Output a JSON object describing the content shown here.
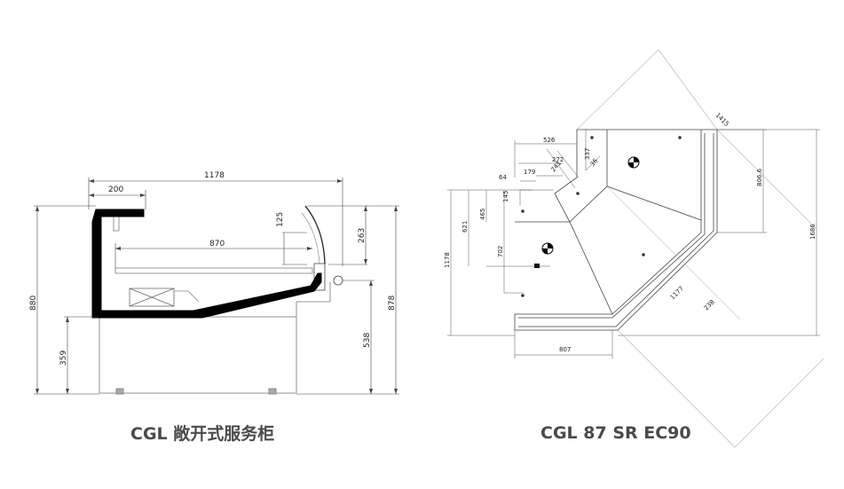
{
  "left_drawing": {
    "caption": "CGL 敞开式服务柜",
    "dims": {
      "overall_width": "1178",
      "top_shelf": "200",
      "inner_depth": "870",
      "glass_height": "263",
      "shelf_height": "125",
      "total_height_left": "880",
      "total_height_right": "878",
      "base_height_left": "359",
      "base_height_right": "538"
    }
  },
  "right_drawing": {
    "caption": "CGL 87 SR EC90",
    "dims": {
      "diag_outer": "1415",
      "d526": "526",
      "d337": "337",
      "d272": "272",
      "d241": "241",
      "d179": "179",
      "d64": "64",
      "d145": "145",
      "d465": "465",
      "d621": "621",
      "d702": "702",
      "d1178": "1178",
      "d806": "806.6",
      "d1686": "1686",
      "d1177": "1177",
      "d238": "238",
      "d807": "807",
      "d36": "36"
    }
  }
}
